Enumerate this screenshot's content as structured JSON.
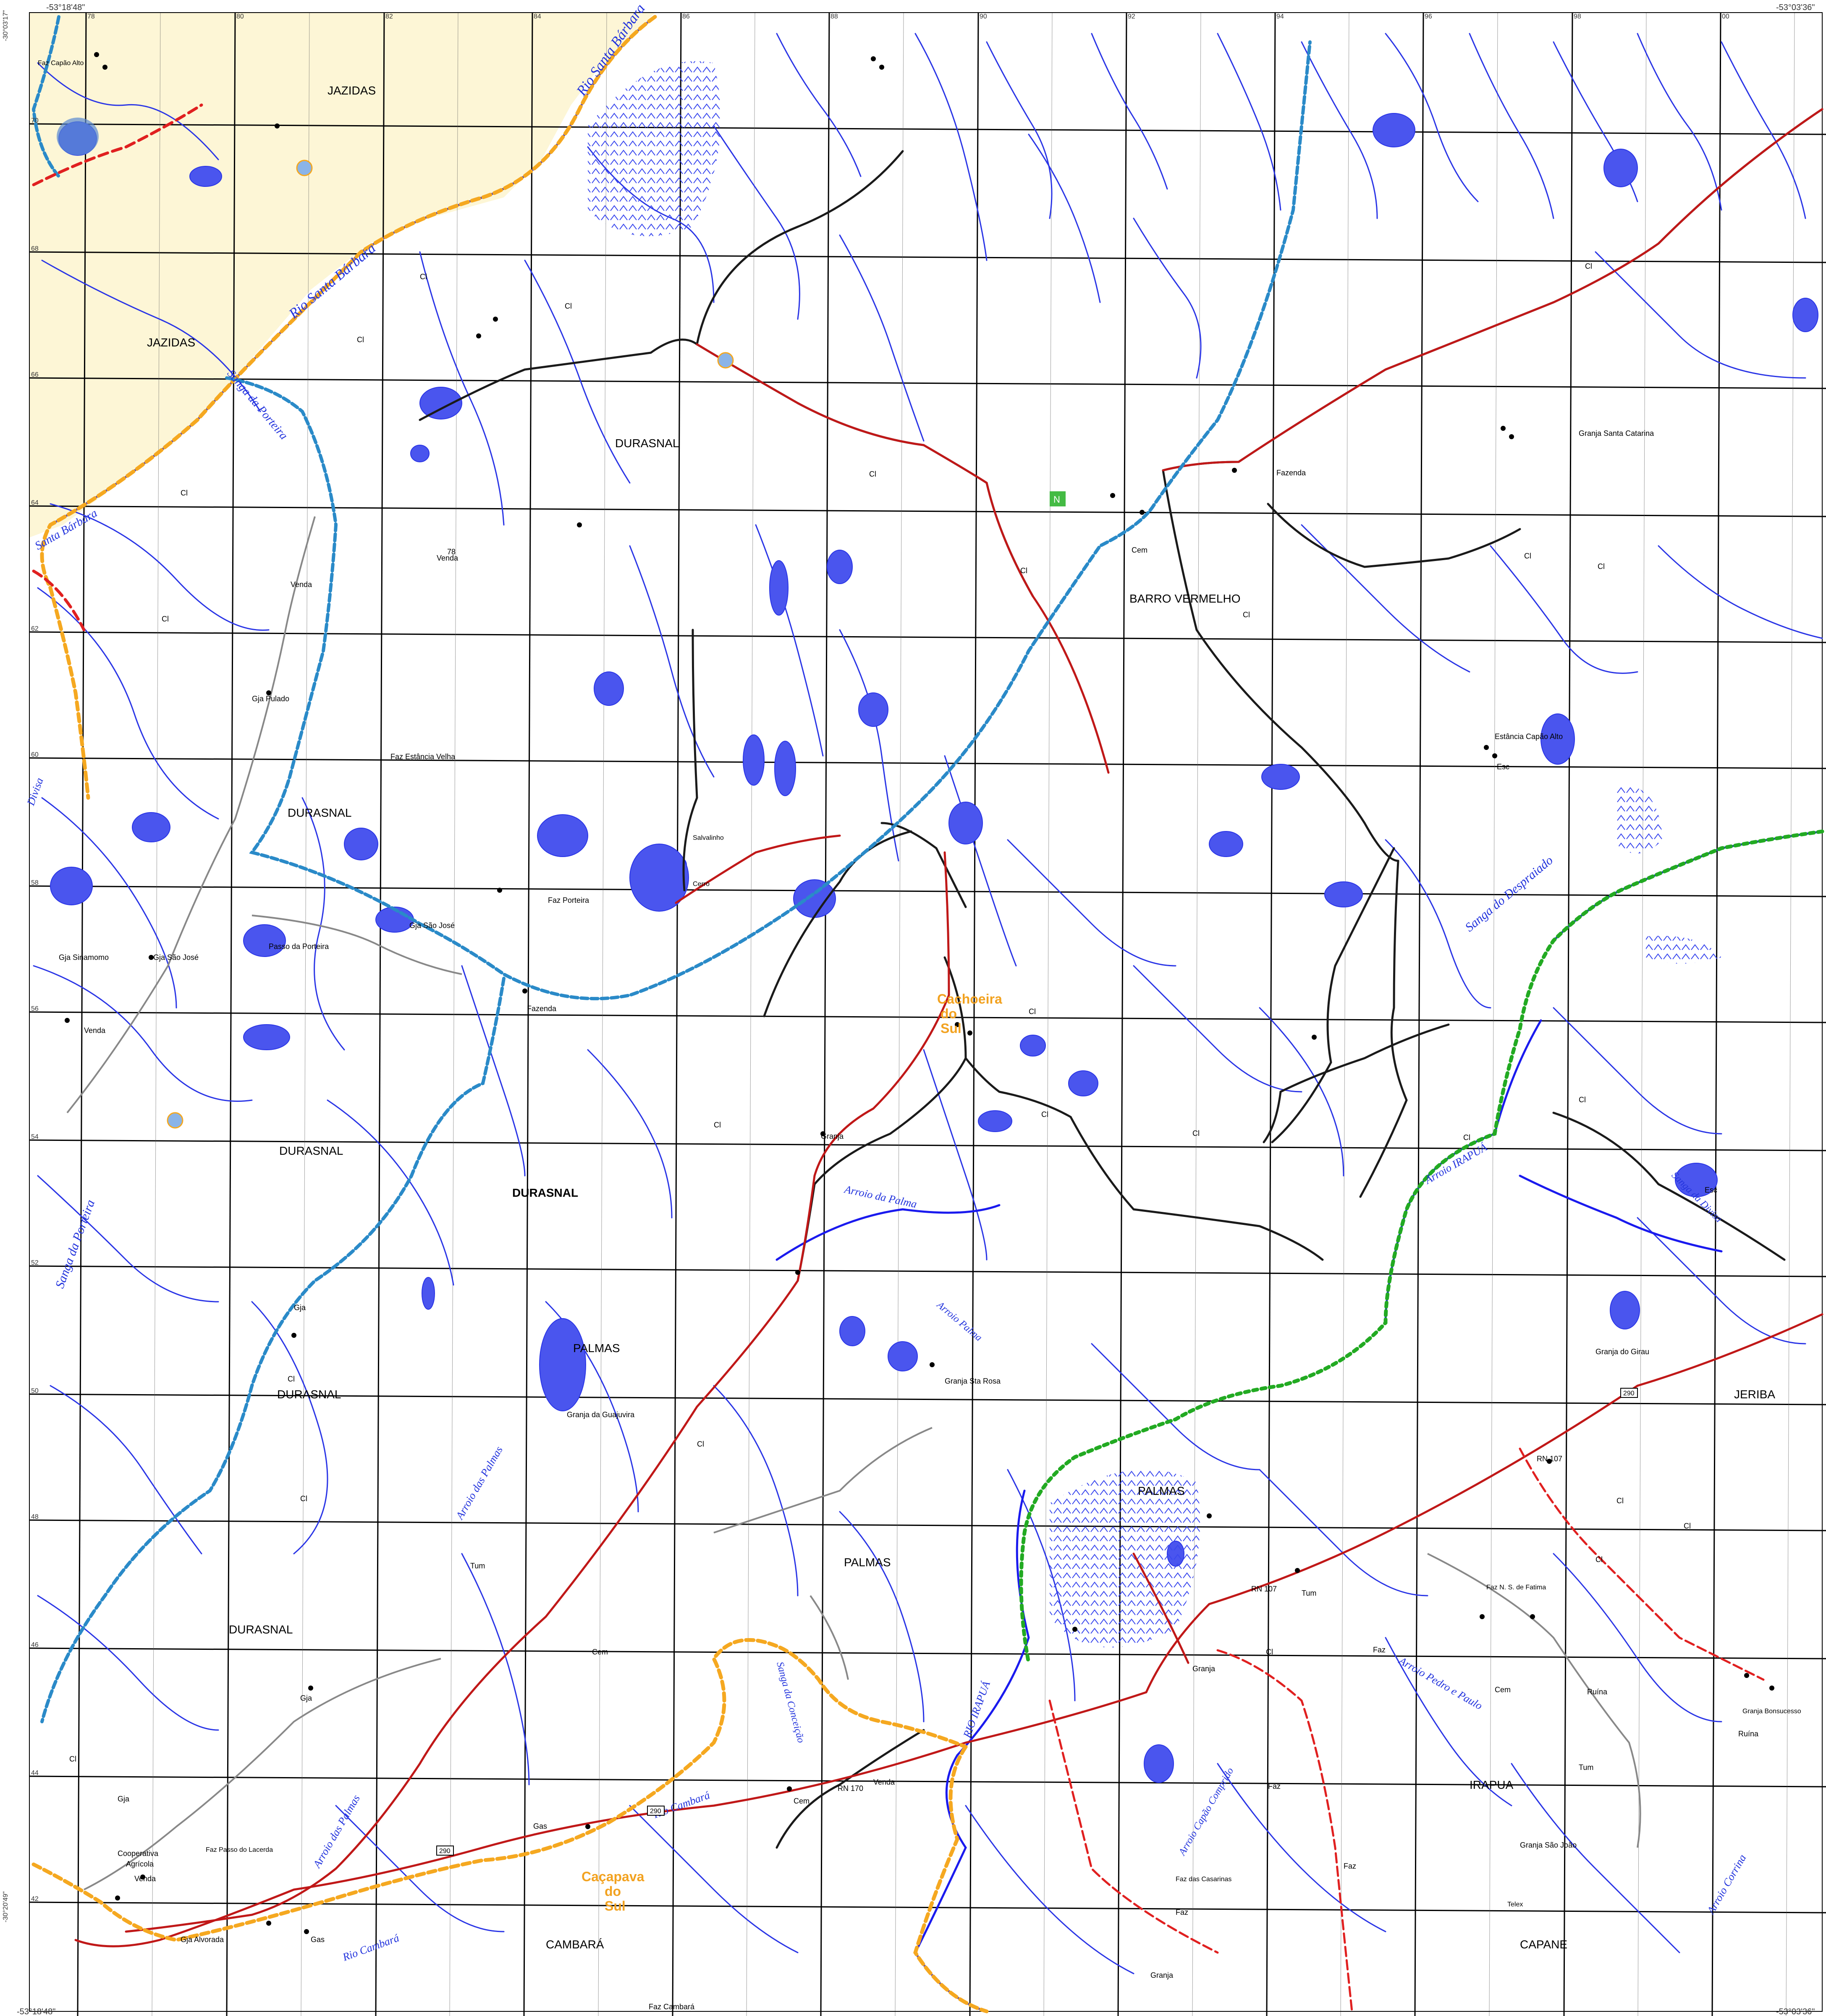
{
  "corners": {
    "top_left": "-53°18'48\"",
    "top_right": "-53°03'36\"",
    "bottom_left": "-53°18'48\"",
    "bottom_right": "-53°03'36\"",
    "left_top": "-30°03'17\"",
    "left_bottom": "-30°20'49\""
  },
  "edge_ticks": {
    "top": [
      "78",
      "80",
      "82",
      "84",
      "86",
      "88",
      "90",
      "92",
      "94",
      "96",
      "98",
      "00"
    ],
    "left": [
      "70",
      "68",
      "66",
      "64",
      "62",
      "60",
      "58",
      "56",
      "54",
      "52",
      "50",
      "48",
      "46",
      "44",
      "42"
    ]
  },
  "regions": {
    "jazidas_1": "JAZIDAS",
    "jazidas_2": "JAZIDAS",
    "durasnal_1": "DURASNAL",
    "durasnal_2": "DURASNAL",
    "durasnal_3": "DURASNAL",
    "durasnal_4": "DURASNAL",
    "durasnal_5": "DURASNAL",
    "durasnal_6": "DURASNAL",
    "barro_vermelho": "BARRO VERMELHO",
    "palmas_1": "PALMAS",
    "palmas_2": "PALMAS",
    "palmas_3": "PALMAS",
    "irapua": "IRAPUA",
    "jeriba": "JERIBA",
    "cambara": "CAMBARÁ",
    "capane": "CAPANE"
  },
  "cities": {
    "cachoeira": [
      "Cachoeira",
      "do",
      "Sul"
    ],
    "cacapava": [
      "Caçapava",
      "do",
      "Sul"
    ]
  },
  "rivers": {
    "santa_barbara_top": "Rio Santa Bárbara",
    "santa_barbara_mid": "Rio Santa Bárbara",
    "santa_barbara_left": "Santa Bárbara",
    "sanga_porteira_top": "Sanga da Porteira",
    "sanga_porteira_bottom": "Sanga da Porteira",
    "sanga_despraiado": "Sanga do Despraiado",
    "arroio_irapua_upper": "Arroio IRAPUÁ",
    "rio_irapua": "RIO IRAPUÁ",
    "arroio_palma": "Arroio da Palma",
    "arroio_palma_2": "Arroio Palma",
    "arroio_palmas_1": "Arroio das Palmas",
    "arroio_palmas_2": "Arroio das Palmas",
    "rio_cambara_1": "Rio Cambará",
    "rio_cambara_2": "Rio Cambará",
    "sanga_conceicao": "Sanga da Conceição",
    "arroio_pedro_paulo": "Arroio Pedro e Paulo",
    "arroio_capao_comprido": "Arroio Capão Comprido",
    "arroio_corrina": "Arroio Corrina",
    "sanga_divisa": "Sanga da Divisa",
    "divisa_left": "Divisa"
  },
  "places": {
    "faz_capao_alto": "Faz Capão Alto",
    "venda_1": "Venda",
    "venda_2": "Venda",
    "venda_3": "Venda",
    "venda_4": "Venda",
    "venda_5": "Venda",
    "gja_pulado": "Gja Pulado",
    "faz_estancia_velha": "Faz Estância Velha",
    "gja_sao_jose_1": "Gja São José",
    "gja_sao_jose_2": "Gja São José",
    "gja_sinamomo": "Gja Sinamomo",
    "passo_porteira": "Passo da Porteira",
    "faz_porteira": "Faz Porteira",
    "fazenda_1": "Fazenda",
    "fazenda_2": "Fazenda",
    "cem_1": "Cem",
    "cem_2": "Cem",
    "cem_3": "Cem",
    "cem_4": "Cem",
    "granja_1": "Granja",
    "granja_2": "Granja",
    "granja_3": "Granja",
    "granja_santa_catarina": "Granja Santa Catarina",
    "estancia_capao_alto": "Estância Capão Alto",
    "esc_1": "Esc",
    "esc_2": "Esc",
    "granja_sta_rosa": "Granja Sta Rosa",
    "granja_guajuvira": "Granja da Guajuvira",
    "granja_girau": "Granja do Girau",
    "tum_1": "Tum",
    "tum_2": "Tum",
    "tum_3": "Tum",
    "faz_fatima": "Faz N. S. de Fatima",
    "granja_bonsucesso": "Granja Bonsucesso",
    "ruina_1": "Ruína",
    "ruina_2": "Ruína",
    "granja_sao_joao": "Granja São João",
    "faz_casarinas": "Faz das Casarinas",
    "faz_1": "Faz",
    "faz_2": "Faz",
    "faz_3": "Faz",
    "faz_4": "Faz",
    "faz_cambara": "Faz Cambará",
    "coop_1": "Cooperativa",
    "coop_2": "Agrícola",
    "faz_passo_lacerda": "Faz Passo do Lacerda",
    "gja_alvorada": "Gja Alvorada",
    "gja_1": "Gja",
    "gja_2": "Gja",
    "gja_3": "Gja",
    "gas_1": "Gas",
    "gas_2": "Gas",
    "cerro": "Cerro",
    "salvalinho": "Salvalinho",
    "telex": "Telex"
  },
  "roads": {
    "rn_107_a": "RN 107",
    "rn_107_b": "RN 107",
    "rn_170": "RN 170",
    "br_a": "290",
    "br_b": "290",
    "br_c": "290",
    "spot_78": "78"
  },
  "marks": {
    "cl": "Cl",
    "sensor": "N"
  },
  "colors": {
    "water": "#1a1aee",
    "lake_fill": "#4a55ee",
    "land_yellow": "#fdf6d6",
    "road_black": "#1a1a1a",
    "highway_red": "#c01818",
    "trail_grey": "#888888",
    "boundary_orange": "#f5a820",
    "boundary_blue": "#2a8ac8",
    "boundary_green": "#22aa22",
    "boundary_red": "#e02020",
    "grid": "#000000"
  }
}
